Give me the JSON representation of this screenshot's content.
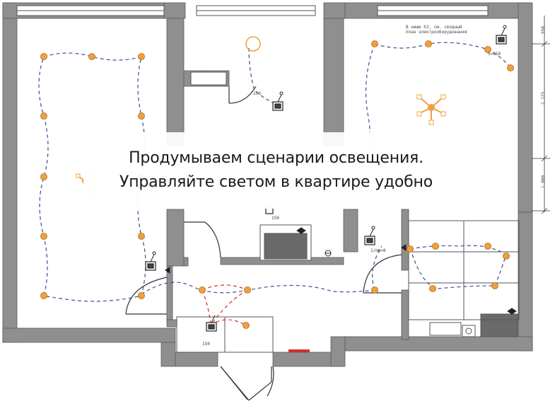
{
  "caption": {
    "line1": "Продумываем сценарии освещения.",
    "line2": "Управляйте светом в квартире удобно"
  },
  "annotations": {
    "panel_note_line1": "В нише h3, см. сводный",
    "panel_note_line2": "план электрооборудования",
    "height_marker": "h=650",
    "height_150": "150",
    "dim_top": "550",
    "dim_mid": "2 125",
    "dim_bottom": "1 000",
    "h_mark": "1/mm=8"
  },
  "colors": {
    "wall": "#8a8a8a",
    "fixture": "#f0a040",
    "wire_blue": "#3f4f8f",
    "wire_red": "#d0302a",
    "switch_box": "#444444",
    "appliance": "#6a6a6a"
  },
  "icons": [
    "ceiling-light-icon",
    "chandelier-icon",
    "switch-icon",
    "socket-icon"
  ]
}
